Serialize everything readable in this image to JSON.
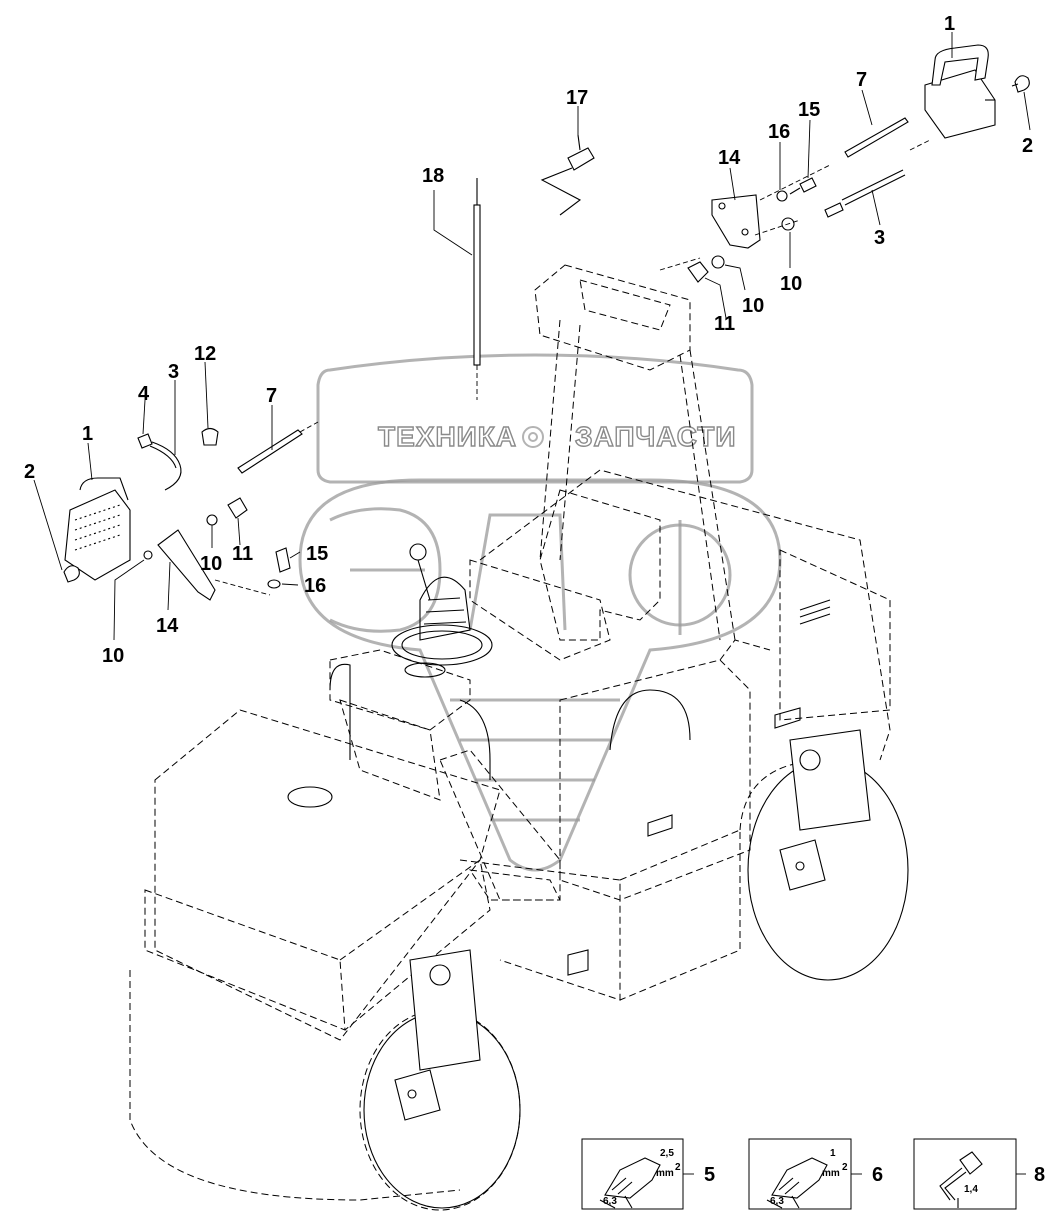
{
  "watermark": {
    "left_word": "ТЕХНИКА",
    "right_word": "ЗАПЧАСТИ",
    "logo_letters": "ЭЛФ"
  },
  "callouts": [
    {
      "id": "c1r",
      "label": "1"
    },
    {
      "id": "c2r",
      "label": "2"
    },
    {
      "id": "c7r",
      "label": "7"
    },
    {
      "id": "c3r",
      "label": "3"
    },
    {
      "id": "c15r",
      "label": "15"
    },
    {
      "id": "c16r",
      "label": "16"
    },
    {
      "id": "c14r",
      "label": "14"
    },
    {
      "id": "c10r",
      "label": "10"
    },
    {
      "id": "c10r2",
      "label": "10"
    },
    {
      "id": "c11r",
      "label": "11"
    },
    {
      "id": "c17",
      "label": "17"
    },
    {
      "id": "c18",
      "label": "18"
    },
    {
      "id": "c12",
      "label": "12"
    },
    {
      "id": "c3l",
      "label": "3"
    },
    {
      "id": "c4l",
      "label": "4"
    },
    {
      "id": "c7l",
      "label": "7"
    },
    {
      "id": "c1l",
      "label": "1"
    },
    {
      "id": "c2l",
      "label": "2"
    },
    {
      "id": "c10l",
      "label": "10"
    },
    {
      "id": "c11l",
      "label": "11"
    },
    {
      "id": "c15l",
      "label": "15"
    },
    {
      "id": "c16l",
      "label": "16"
    },
    {
      "id": "c14l",
      "label": "14"
    },
    {
      "id": "c10l2",
      "label": "10"
    }
  ],
  "connector_legend": [
    {
      "label": "5",
      "spec_top": "2,5",
      "spec_unit": "mm",
      "spec_exp": "2",
      "spec_side": "6,3"
    },
    {
      "label": "6",
      "spec_top": "1",
      "spec_unit": "mm",
      "spec_exp": "2",
      "spec_side": "6,3"
    },
    {
      "label": "8",
      "spec_side": "1,4"
    }
  ]
}
